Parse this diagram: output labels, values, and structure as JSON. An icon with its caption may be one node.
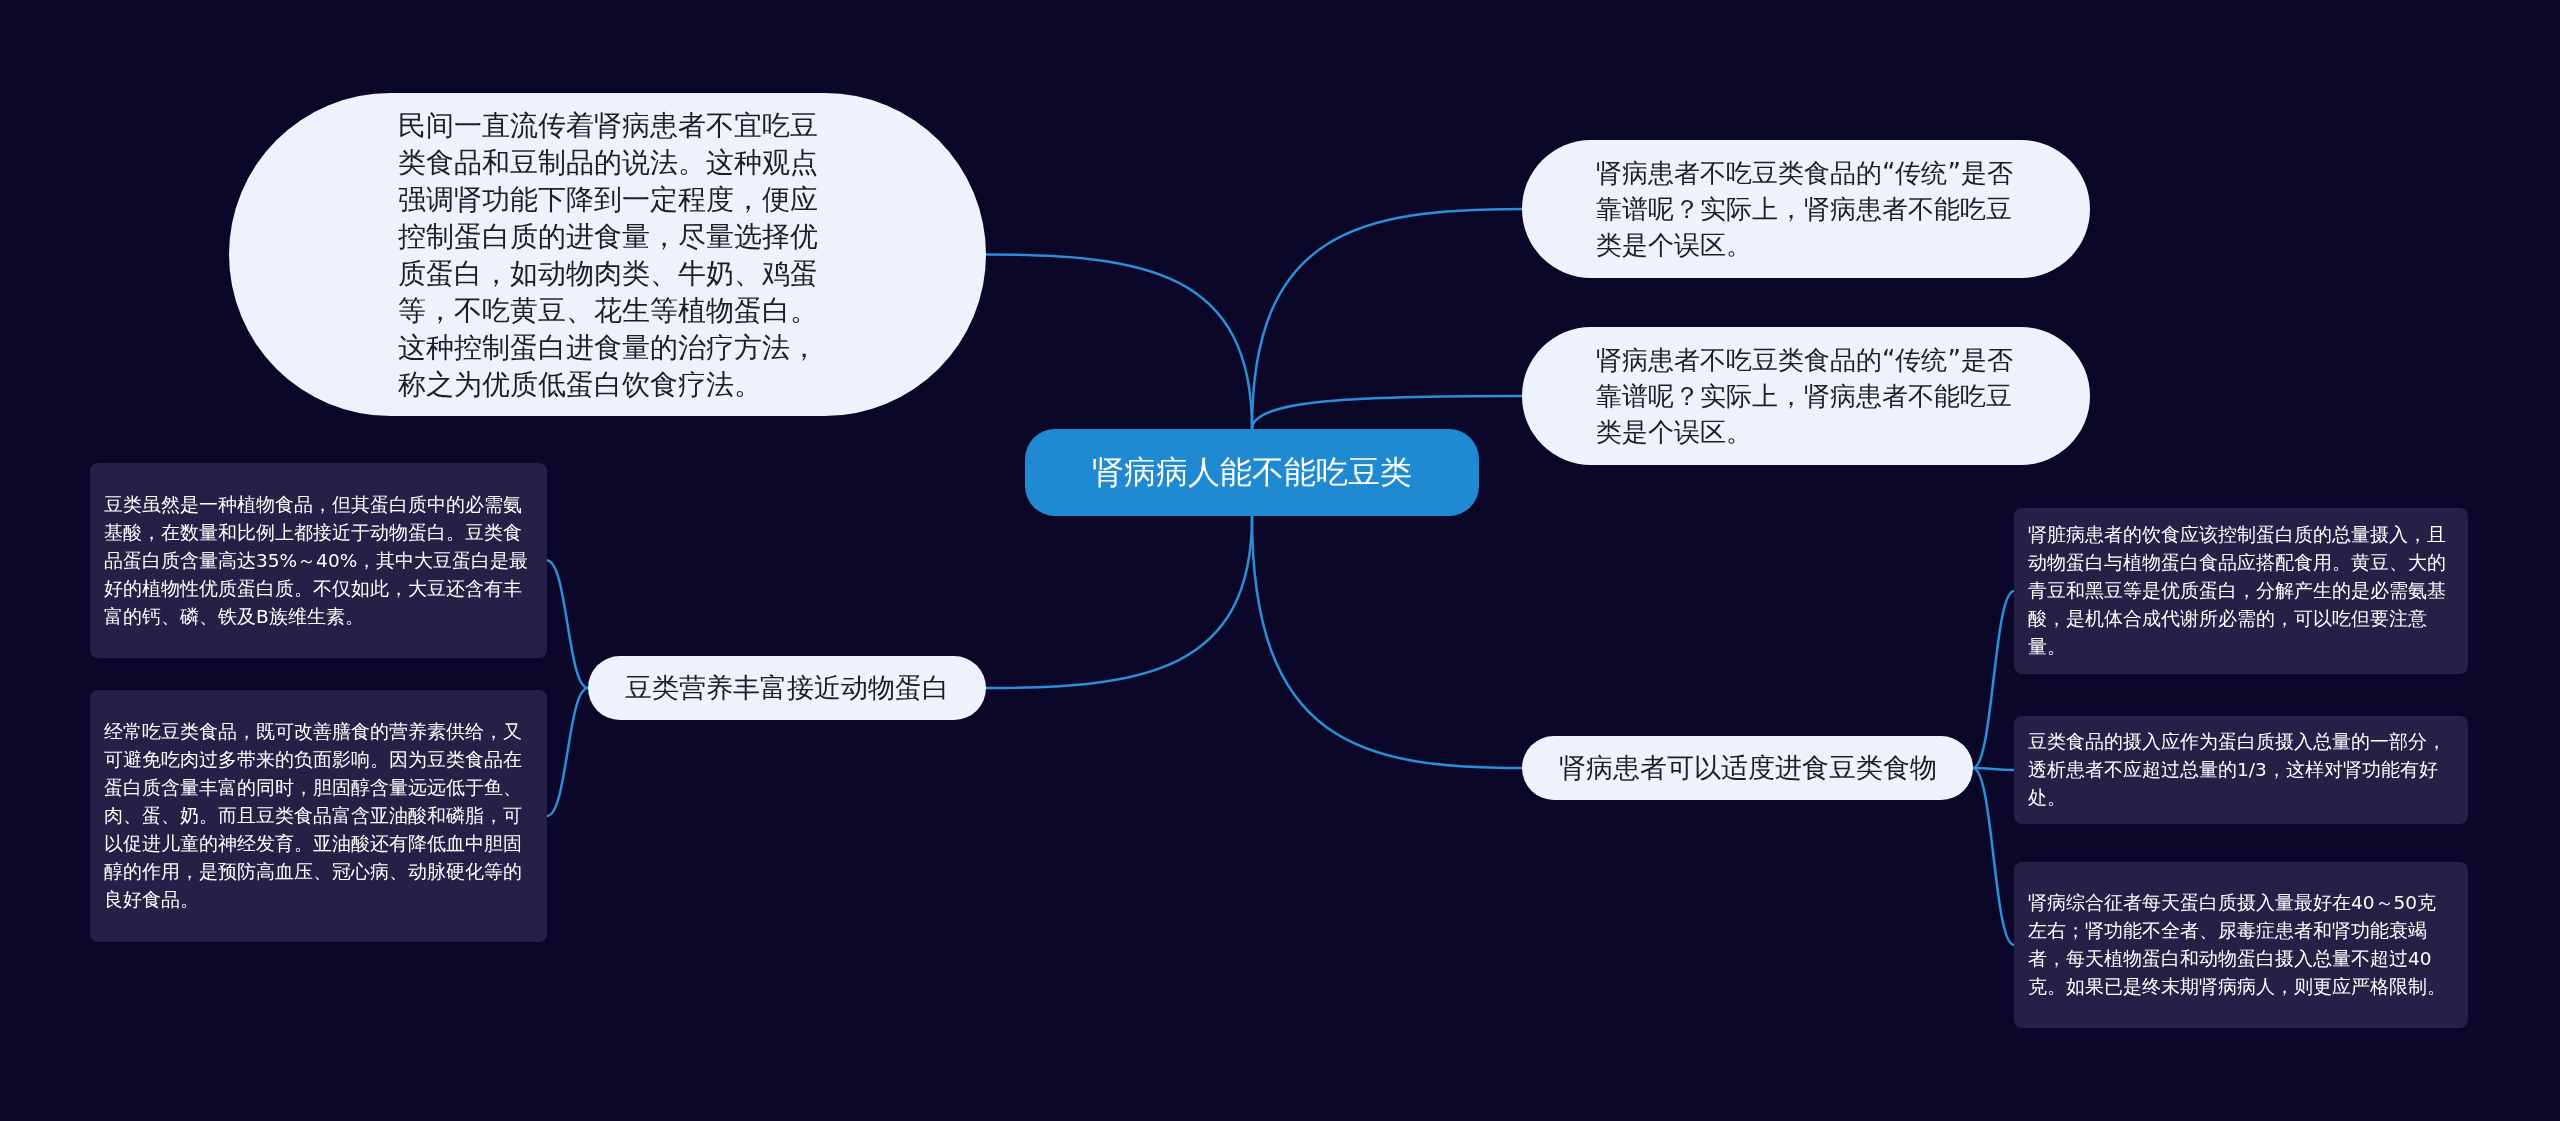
{
  "diagram": {
    "nodes": [
      {
        "text": [
          "肾病病人能不能吃豆类"
        ]
      },
      {
        "text": [
          "民间一直流传着肾病患者不宜吃豆类食品和豆制品的说法。这种观点强调肾功能下降到一定程度，便应控制蛋白质的进食量，尽量选择优质蛋白，如动物肉类、牛奶、鸡蛋等，不吃黄豆、花生等植物蛋白。这种控制蛋白进食量的治疗方法，称之为优质低蛋白饮食疗法。"
        ]
      },
      {
        "text": [
          "肾病患者不吃豆类食品的“传统”是否靠谱呢？实际上，肾病患者不能吃豆类是个误区。"
        ]
      },
      {
        "text": [
          "肾病患者不吃豆类食品的“传统”是否靠谱呢？实际上，肾病患者不能吃豆类是个误区。"
        ]
      },
      {
        "text": [
          "豆类营养丰富接近动物蛋白"
        ]
      },
      {
        "text": [
          "豆类虽然是一种植物食品，但其蛋白质中的必需氨基酸，在数量和比例上都接近于动物蛋白。豆类食品蛋白质含量高达35%～40%，其中大豆蛋白是最好的植物性优质蛋白质。不仅如此，大豆还含有丰富的钙、磷、铁及B族维生素。"
        ]
      },
      {
        "text": [
          "经常吃豆类食品，既可改善膳食的营养素供给，又可避免吃肉过多带来的负面影响。因为豆类食品在蛋白质含量丰富的同时，胆固醇含量远远低于鱼、肉、蛋、奶。而且豆类食品富含亚油酸和磷脂，可以促进儿童的神经发育。亚油酸还有降低血中胆固醇的作用，是预防高血压、冠心病、动脉硬化等的良好食品。"
        ]
      },
      {
        "text": [
          "肾病患者可以适度进食豆类食物"
        ]
      },
      {
        "text": [
          "肾脏病患者的饮食应该控制蛋白质的总量摄入，且动物蛋白与植物蛋白食品应搭配食用。黄豆、大的青豆和黑豆等是优质蛋白，分解产生的是必需氨基酸，是机体合成代谢所必需的，可以吃但要注意量。"
        ]
      },
      {
        "text": [
          "豆类食品的摄入应作为蛋白质摄入总量的一部分，透析患者不应超过总量的1/3，这样对肾功能有好处。"
        ]
      },
      {
        "text": [
          "肾病综合征者每天蛋白质摄入量最好在40～50克左右；肾功能不全者、尿毒症患者和肾功能衰竭者，每天植物蛋白和动物蛋白摄入总量不超过40克。如果已是终末期肾病病人，则更应严格限制。"
        ]
      }
    ],
    "edges": [
      {
        "from": 0,
        "to": 1,
        "arrow": "none"
      },
      {
        "from": 0,
        "to": 2,
        "arrow": "none"
      },
      {
        "from": 0,
        "to": 3,
        "arrow": "none"
      },
      {
        "from": 0,
        "to": 4,
        "arrow": "none"
      },
      {
        "from": 0,
        "to": 7,
        "arrow": "none"
      },
      {
        "from": 4,
        "to": 5,
        "arrow": "none"
      },
      {
        "from": 4,
        "to": 6,
        "arrow": "none"
      },
      {
        "from": 7,
        "to": 8,
        "arrow": "none"
      },
      {
        "from": 7,
        "to": 9,
        "arrow": "none"
      },
      {
        "from": 7,
        "to": 10,
        "arrow": "none"
      }
    ]
  }
}
